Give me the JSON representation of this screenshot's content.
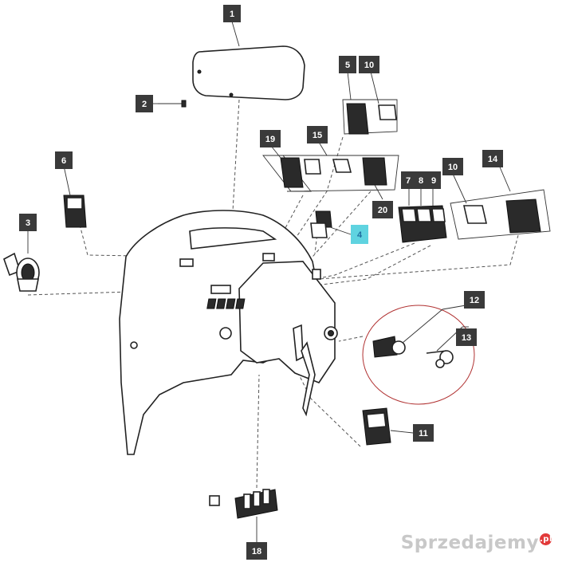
{
  "callouts": [
    {
      "id": "c1",
      "label": "1",
      "highlighted": false
    },
    {
      "id": "c2",
      "label": "2",
      "highlighted": false
    },
    {
      "id": "c3",
      "label": "3",
      "highlighted": false
    },
    {
      "id": "c4",
      "label": "4",
      "highlighted": true
    },
    {
      "id": "c5",
      "label": "5",
      "highlighted": false
    },
    {
      "id": "c6",
      "label": "6",
      "highlighted": false
    },
    {
      "id": "c7",
      "label": "7",
      "highlighted": false
    },
    {
      "id": "c8",
      "label": "8",
      "highlighted": false
    },
    {
      "id": "c9",
      "label": "9",
      "highlighted": false
    },
    {
      "id": "c10a",
      "label": "10",
      "highlighted": false
    },
    {
      "id": "c10b",
      "label": "10",
      "highlighted": false
    },
    {
      "id": "c11",
      "label": "11",
      "highlighted": false
    },
    {
      "id": "c12",
      "label": "12",
      "highlighted": false
    },
    {
      "id": "c13",
      "label": "13",
      "highlighted": false
    },
    {
      "id": "c14",
      "label": "14",
      "highlighted": false
    },
    {
      "id": "c15",
      "label": "15",
      "highlighted": false
    },
    {
      "id": "c18",
      "label": "18",
      "highlighted": false
    },
    {
      "id": "c19",
      "label": "19",
      "highlighted": false
    },
    {
      "id": "c20",
      "label": "20",
      "highlighted": false
    }
  ],
  "colors": {
    "callout_bg": "#3a3a3a",
    "callout_highlight_bg": "#5fd3e0",
    "detail_ring": "#b03030"
  },
  "watermark": {
    "text": "Sprzedajemy",
    "suffix": ".pl"
  }
}
